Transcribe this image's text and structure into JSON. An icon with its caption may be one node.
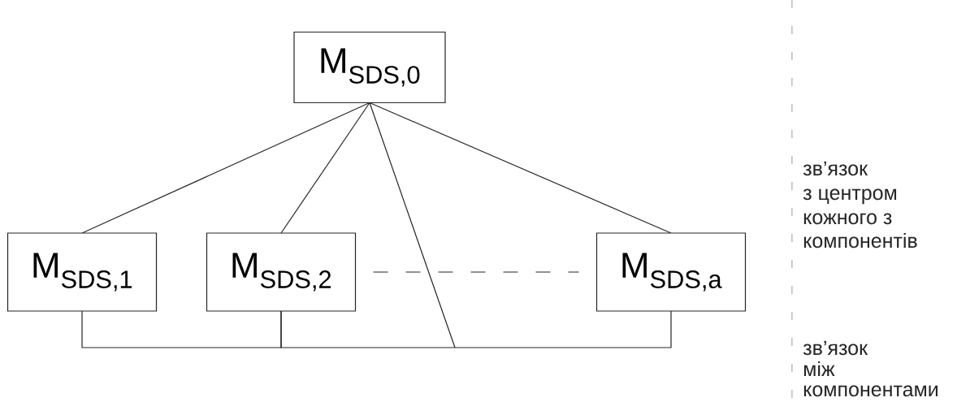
{
  "diagram": {
    "nodes": [
      {
        "text": [
          "M$_{SDS,0}$"
        ]
      },
      {
        "text": [
          "M$_{SDS,1}$"
        ]
      },
      {
        "text": [
          "M$_{SDS,2}$"
        ]
      },
      {
        "text": [
          "M$_{SDS,a}$"
        ]
      }
    ],
    "edges": [
      {
        "from": 0,
        "to": 1,
        "arrow": "none"
      },
      {
        "from": 0,
        "to": 2,
        "arrow": "none"
      },
      {
        "from": 0,
        "to": 3,
        "arrow": "none"
      },
      {
        "from": 0,
        "to": null,
        "arrow": "none"
      },
      {
        "from": 1,
        "to": 2,
        "arrow": "none"
      },
      {
        "from": 2,
        "to": 3,
        "arrow": "none"
      },
      {
        "from": 2,
        "to": 3,
        "arrow": "none",
        "style": "dashed"
      }
    ],
    "labels": [
      "зв’язок",
      "з центром",
      "кожного з",
      "компонентів",
      "зв’язок",
      "між",
      "компонентами"
    ]
  }
}
